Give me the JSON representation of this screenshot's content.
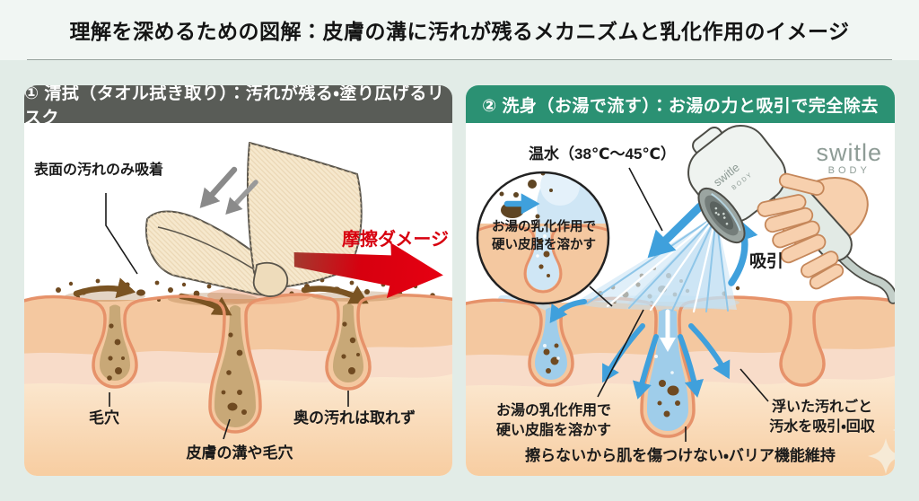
{
  "title": "理解を深めるための図解：皮膚の溝に汚れが残るメカニズムと乳化作用のイメージ",
  "left_panel": {
    "header": "① 清拭（タオル拭き取り）：汚れが残る・塗り広げるリスク",
    "labels": {
      "surface_only": "表面の汚れのみ吸着",
      "friction": "摩擦ダメージ",
      "pore": "毛穴",
      "groove": "皮膚の溝や毛穴",
      "deep_dirt": "奥の汚れは取れず"
    }
  },
  "right_panel": {
    "header": "② 洗身（お湯で流す）：お湯の力と吸引で完全除去",
    "labels": {
      "warm_water": "温水（38℃〜45℃）",
      "emulsify_inset": "お湯の乳化作用で\n硬い皮脂を溶かす",
      "suction": "吸引",
      "emulsify": "お湯の乳化作用で\n硬い皮脂を溶かす",
      "collect": "浮いた汚れごと\n汚水を吸引・回収",
      "barrier": "擦らないから肌を傷つけない・バリア機能維持"
    },
    "brand": {
      "name": "switle",
      "sub": "BODY",
      "device_name": "switle",
      "device_sub": "BODY"
    }
  },
  "colors": {
    "page_background": "#e2ece7",
    "left_header": "#595c57",
    "right_header": "#2b9173",
    "accent_red": "#d7000f",
    "water_blue": "#3fa0dc",
    "skin": "#f4c8a0",
    "skin_outline": "#e6926a",
    "dirt_brown": "#6f4a21"
  }
}
